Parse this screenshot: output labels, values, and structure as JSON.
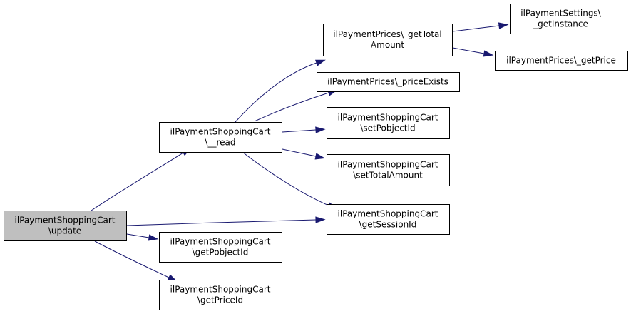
{
  "graph": {
    "colors": {
      "edge": "#191970",
      "node_border": "#000000",
      "node_fill": "#ffffff",
      "root_fill": "#bfbfbf"
    },
    "nodes": [
      {
        "id": "update",
        "lines": [
          "ilPaymentShoppingCart",
          "\\update"
        ],
        "root": true
      },
      {
        "id": "read",
        "lines": [
          "ilPaymentShoppingCart",
          "\\__read"
        ]
      },
      {
        "id": "getPobjectId",
        "lines": [
          "ilPaymentShoppingCart",
          "\\getPobjectId"
        ]
      },
      {
        "id": "getPriceId",
        "lines": [
          "ilPaymentShoppingCart",
          "\\getPriceId"
        ]
      },
      {
        "id": "getSessionId",
        "lines": [
          "ilPaymentShoppingCart",
          "\\getSessionId"
        ]
      },
      {
        "id": "getTotalAmount",
        "lines": [
          "ilPaymentPrices\\_getTotal",
          "Amount"
        ]
      },
      {
        "id": "priceExists",
        "lines": [
          "ilPaymentPrices\\_priceExists"
        ]
      },
      {
        "id": "setPobjectId",
        "lines": [
          "ilPaymentShoppingCart",
          "\\setPobjectId"
        ]
      },
      {
        "id": "setTotalAmount",
        "lines": [
          "ilPaymentShoppingCart",
          "\\setTotalAmount"
        ]
      },
      {
        "id": "getInstance",
        "lines": [
          "ilPaymentSettings\\",
          "_getInstance"
        ]
      },
      {
        "id": "getPrice",
        "lines": [
          "ilPaymentPrices\\_getPrice"
        ]
      }
    ],
    "edges": [
      {
        "from": "update",
        "to": "read"
      },
      {
        "from": "update",
        "to": "getSessionId"
      },
      {
        "from": "update",
        "to": "getPobjectId"
      },
      {
        "from": "update",
        "to": "getPriceId"
      },
      {
        "from": "read",
        "to": "getTotalAmount"
      },
      {
        "from": "read",
        "to": "priceExists"
      },
      {
        "from": "read",
        "to": "setPobjectId"
      },
      {
        "from": "read",
        "to": "setTotalAmount"
      },
      {
        "from": "read",
        "to": "getSessionId"
      },
      {
        "from": "getTotalAmount",
        "to": "getInstance"
      },
      {
        "from": "getTotalAmount",
        "to": "getPrice"
      }
    ]
  }
}
